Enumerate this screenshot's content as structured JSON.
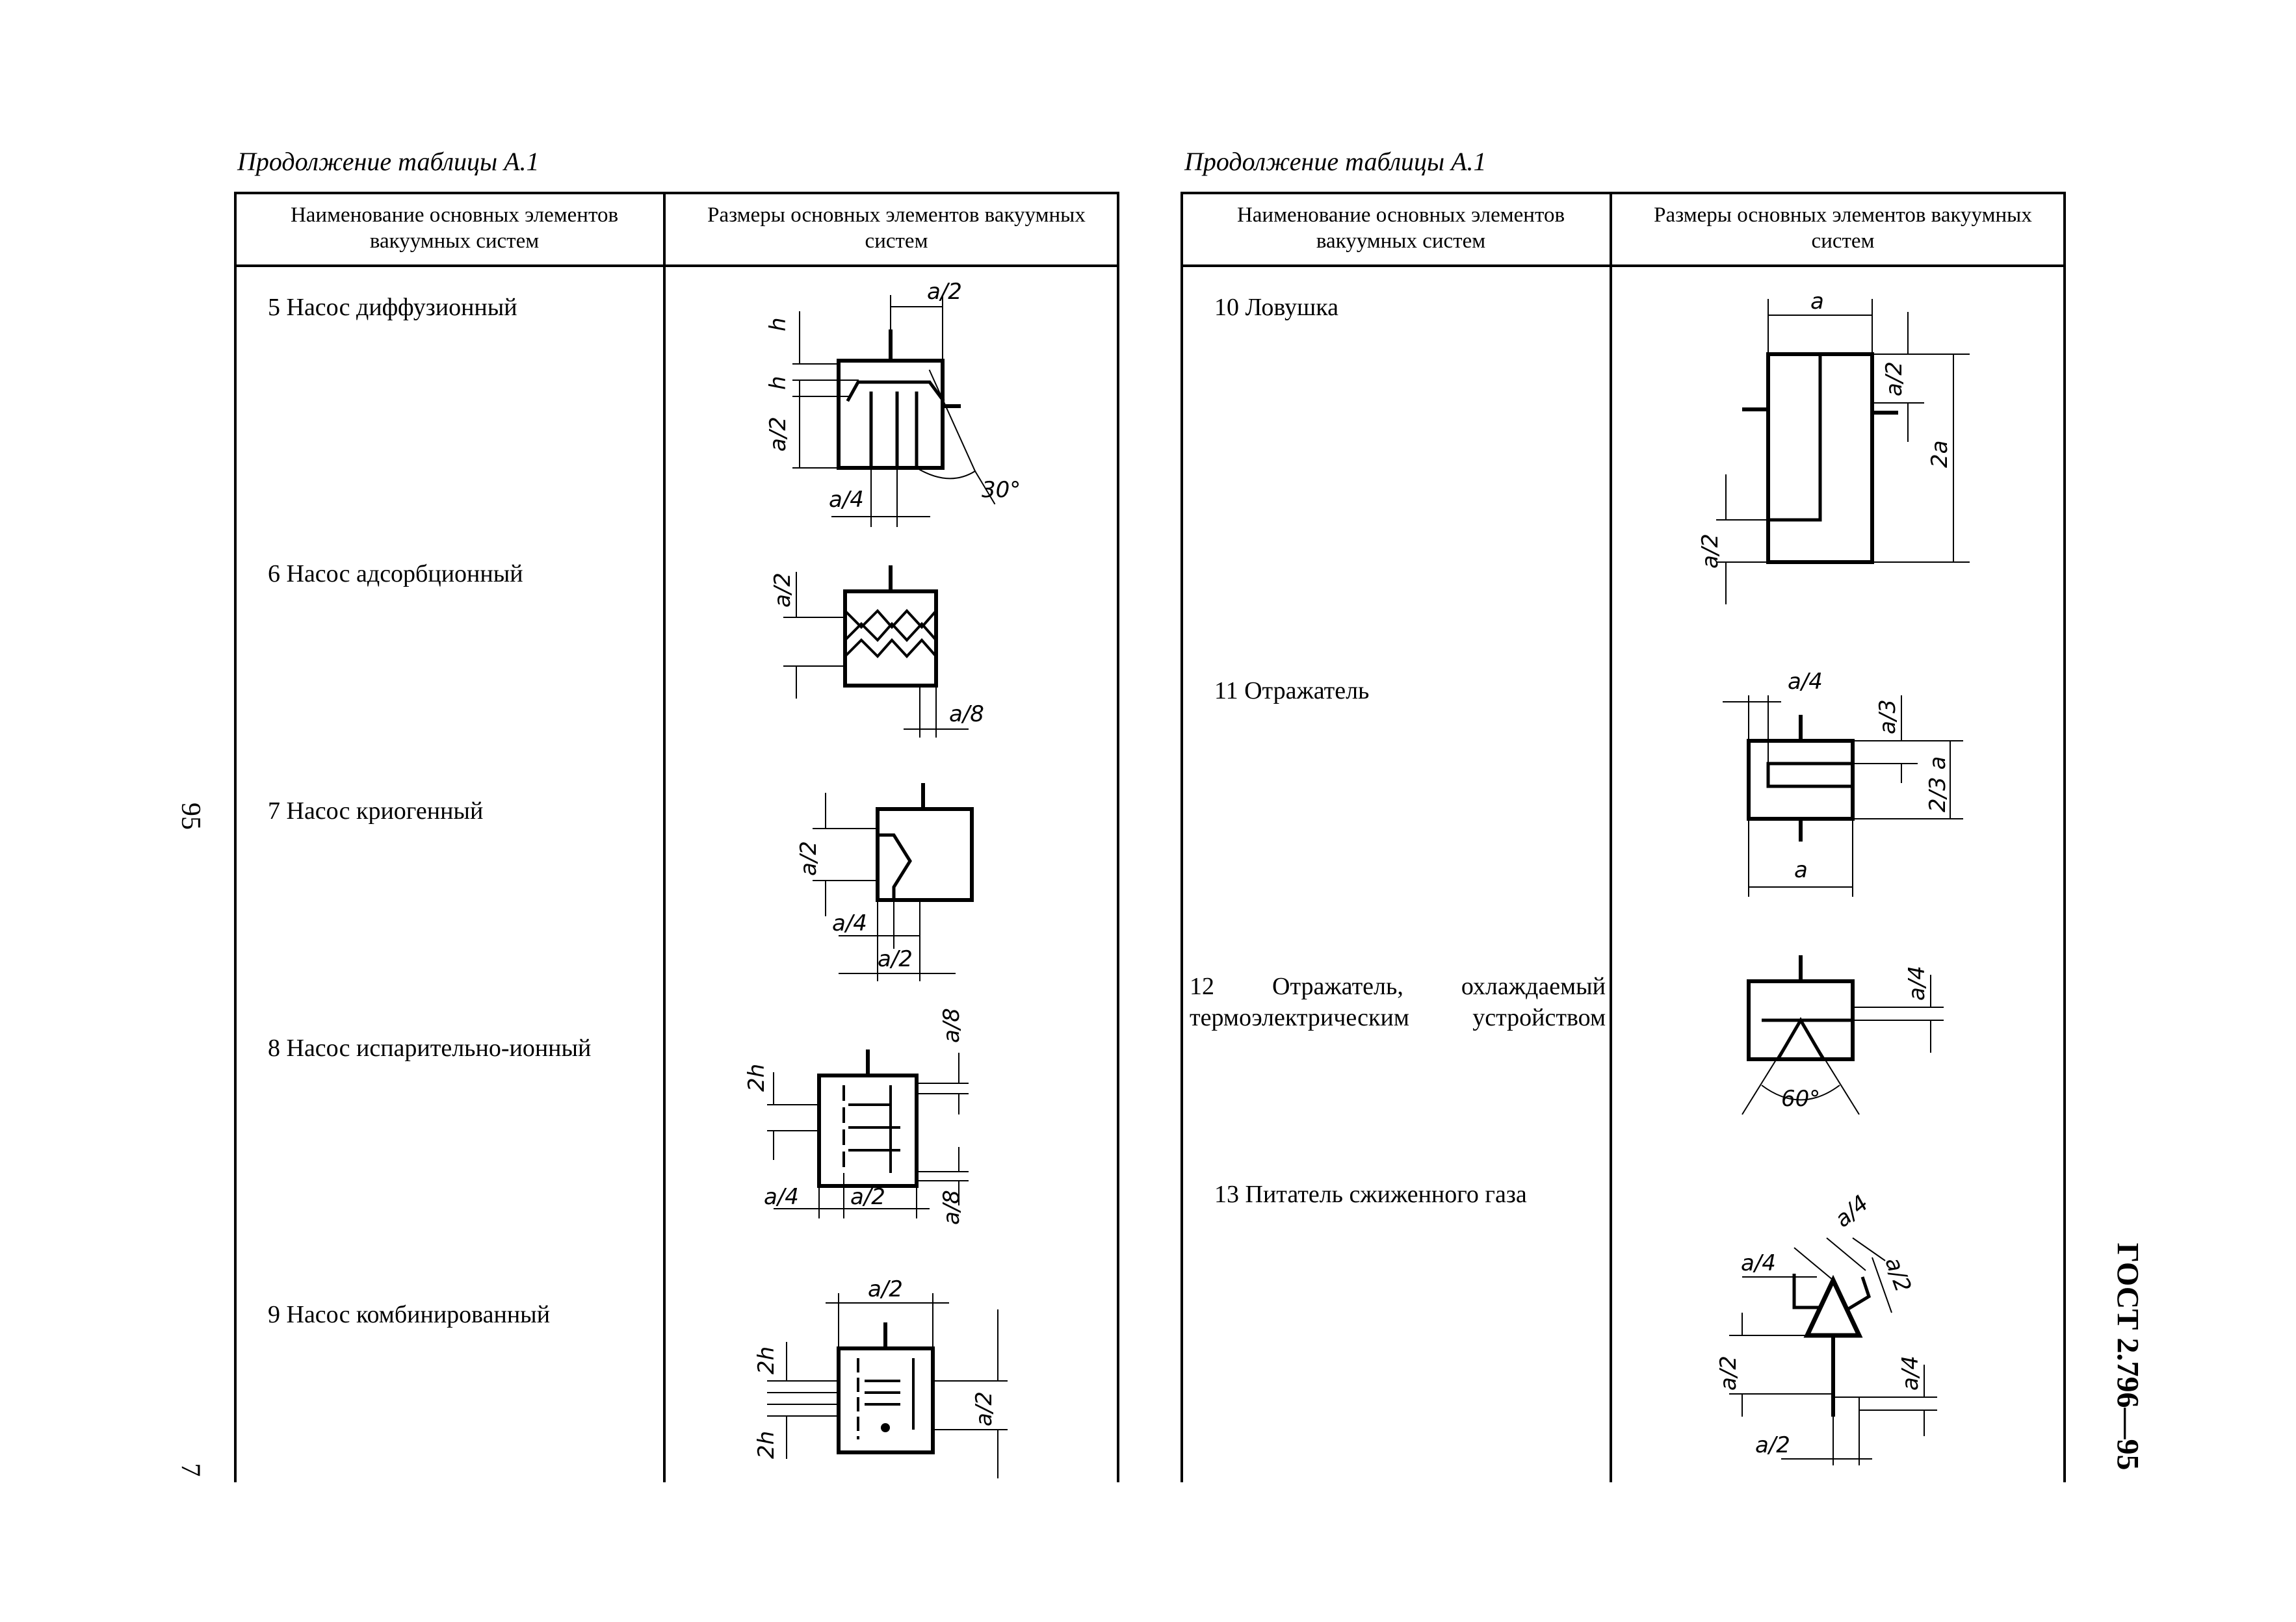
{
  "left": {
    "caption": "Продолжение таблицы А.1",
    "header": {
      "col1": "Наименование основных элементов вакуумных систем",
      "col2": "Размеры основных элементов вакуумных систем"
    },
    "rows": [
      {
        "label": "5 Насос диффузионный"
      },
      {
        "label": "6 Насос адсорбционный"
      },
      {
        "label": "7 Насос криогенный"
      },
      {
        "label": "8 Насос испарительно-ионный"
      },
      {
        "label": "9 Насос комбинированный"
      }
    ]
  },
  "right": {
    "caption": "Продолжение таблицы А.1",
    "header": {
      "col1": "Наименование основных элементов вакуумных систем",
      "col2": "Размеры основных элементов вакуумных систем"
    },
    "rows": [
      {
        "label": "10 Ловушка"
      },
      {
        "label": "11 Отражатель"
      },
      {
        "label": "12 Отражатель, охлаждаемый термоэлектрическим устройством"
      },
      {
        "label": "13 Питатель сжиженного газа"
      }
    ]
  },
  "dims": {
    "a": "a",
    "h": "h",
    "a2": "a/2",
    "a3": "a/3",
    "a4": "a/4",
    "a8": "a/8",
    "two_a": "2a",
    "two_h": "2h",
    "two_thirds_a": "2/3 a",
    "deg30": "30°",
    "deg60": "60°"
  },
  "margin": {
    "page_number": "95",
    "side_number": "7",
    "standard": "ГОСТ 2.796—95"
  }
}
